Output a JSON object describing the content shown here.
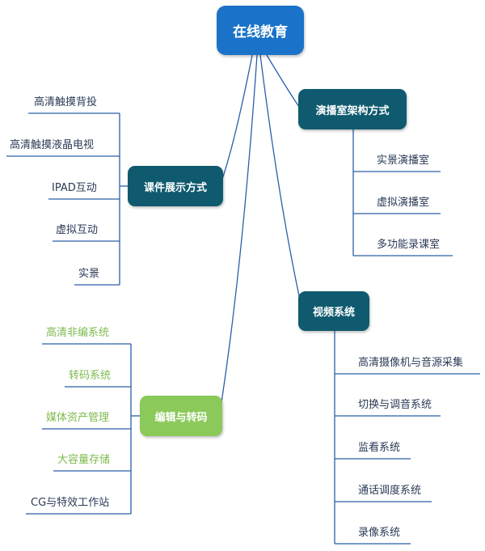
{
  "root": {
    "label": "在线教育"
  },
  "branches": {
    "courseware": {
      "label": "课件展示方式",
      "items": [
        "高清触摸背投",
        "高清触摸液晶电视",
        "IPAD互动",
        "虚拟互动",
        "实景"
      ]
    },
    "studio": {
      "label": "演播室架构方式",
      "items": [
        "实景演播室",
        "虚拟演播室",
        "多功能录课室"
      ]
    },
    "video": {
      "label": "视频系统",
      "items": [
        "高清摄像机与音源采集",
        "切换与调音系统",
        "监看系统",
        "通话调度系统",
        "录像系统"
      ]
    },
    "editing": {
      "label": "编辑与转码",
      "items": [
        "高清非编系统",
        "转码系统",
        "媒体资产管理",
        "大容量存储",
        "CG与特效工作站"
      ]
    }
  },
  "colors": {
    "root": "#1a73c8",
    "branch": "#0f5a6e",
    "branch_green": "#8bc95a",
    "line": "#2a5fa8",
    "text_dark": "#2a3a55",
    "text_green": "#7dba4f"
  }
}
